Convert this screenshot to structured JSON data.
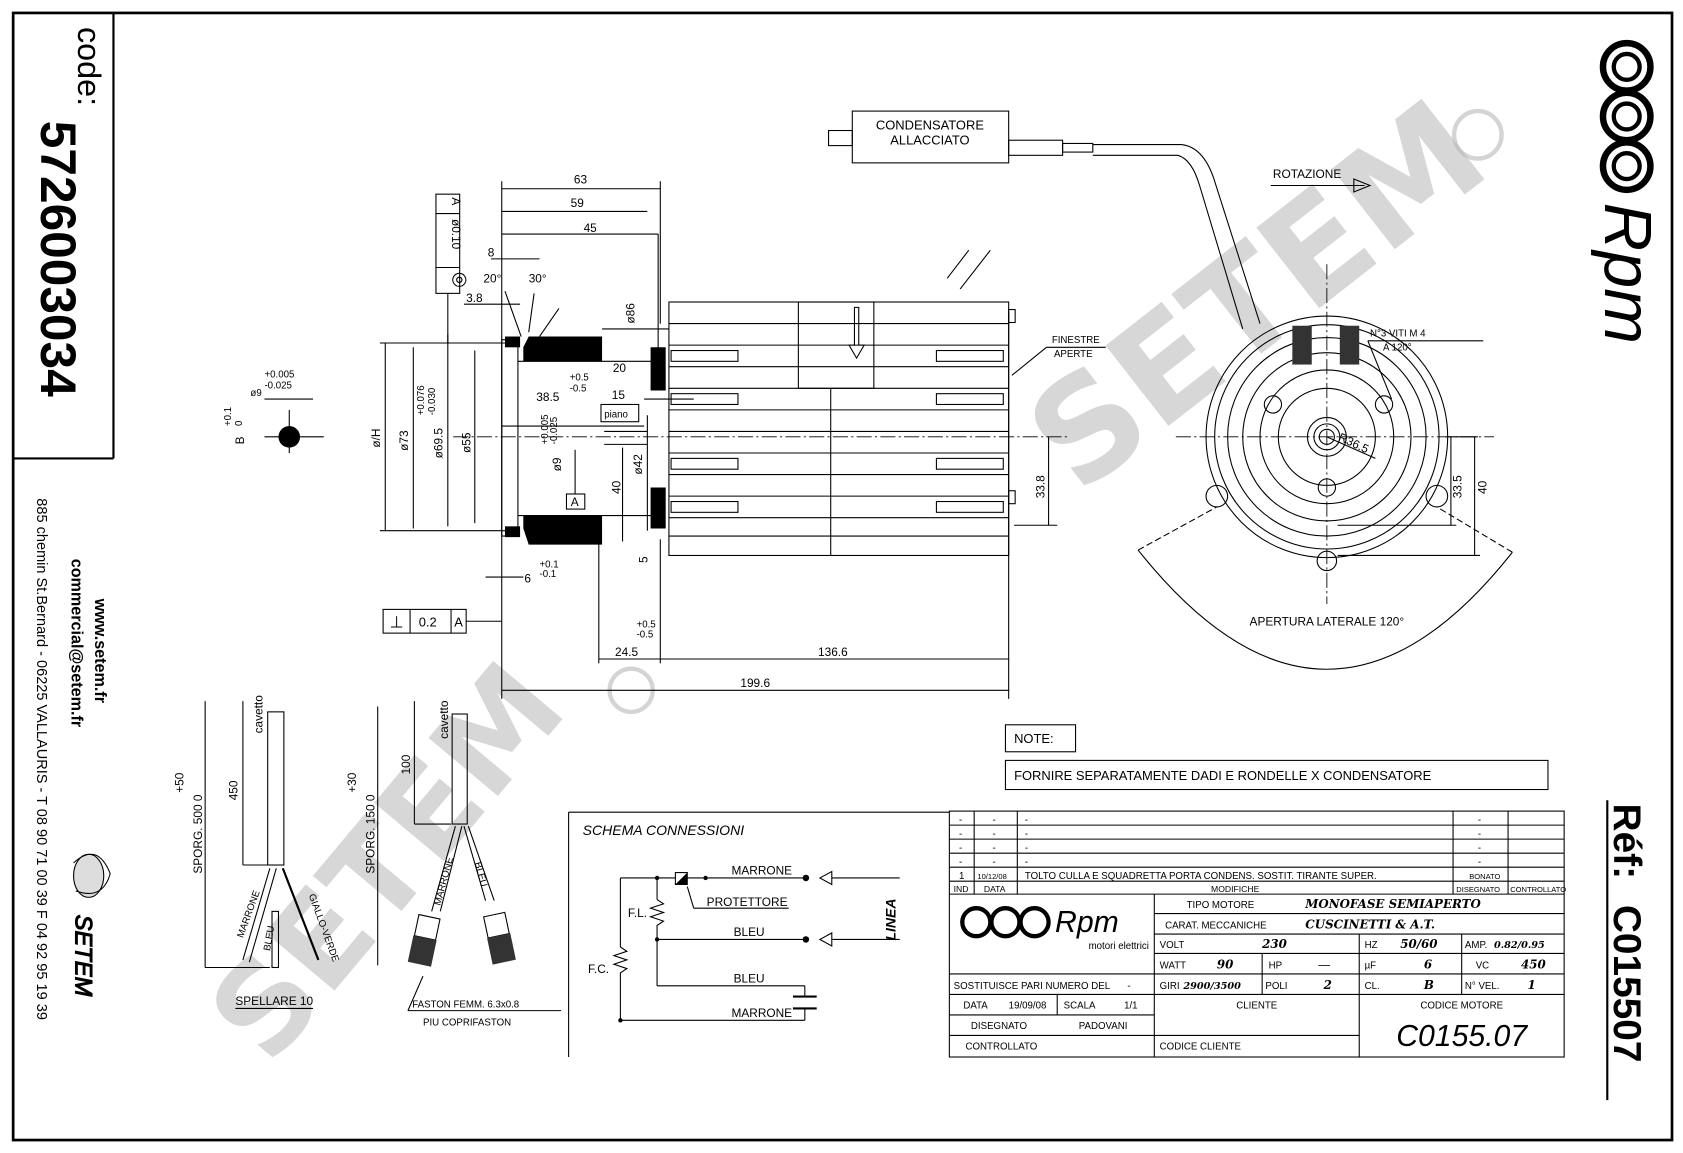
{
  "side_panel": {
    "code_label": "code:",
    "code_value": "5726003034",
    "website": "www.setem.fr",
    "email": "commercial@setem.fr",
    "address": "885 chemin St.Bernard - 06225 VALLAURIS - T 08 90 71 00 39  F 04 92 95 19 39",
    "logo_text": "SETEM"
  },
  "right_panel": {
    "logo_text": "Rpm",
    "ref_label": "Réf:",
    "ref_value": "C015507"
  },
  "watermark": "SETEM",
  "capacitor": {
    "line1": "CONDENSATORE",
    "line2": "ALLACCIATO"
  },
  "dimensions": {
    "d63": "63",
    "d59": "59",
    "d45": "45",
    "d8": "8",
    "d20deg": "20°",
    "d30deg": "30°",
    "d3_8": "3.8",
    "d86": "ø86",
    "dH": "ø/H",
    "d73": "ø73",
    "d69_5": "ø69.5",
    "tol69_5a": "+0.076",
    "tol69_5b": "-0.030",
    "d55": "ø55",
    "d38_5": "38.5",
    "d20": "20",
    "tol20a": "+0.5",
    "tol20b": "-0.5",
    "d15": "15",
    "piano": "piano",
    "d9": "ø9",
    "tol9a": "+0.005",
    "tol9b": "-0.025",
    "d42": "ø42",
    "d40": "40",
    "d5": "5",
    "d6": "6",
    "tol6a": "+0.1",
    "tol6b": "-0.1",
    "tolBa": "+0.5",
    "tolBb": "-0.5",
    "d24_5": "24.5",
    "d136_6": "136.6",
    "d199_6": "199.6",
    "d33_8": "33.8",
    "d33_5": "33.5",
    "d40r": "40",
    "r36_5": "R36.5",
    "detail_d9": "ø9",
    "detail_tol_a": "+0.005",
    "detail_tol_b": "-0.025",
    "detail_b": "B",
    "detail_b_tol_a": "+0.1",
    "detail_b_tol_b": "0"
  },
  "tolerance_frames": {
    "concentricity": {
      "symbol": "◎",
      "value": "ø0.10",
      "datum": "A"
    },
    "perpendicularity": {
      "symbol": "⊥",
      "value": "0.2",
      "datum": "A"
    },
    "datum_label": "A"
  },
  "annotations": {
    "rotation": "ROTAZIONE",
    "windows_1": "FINESTRE",
    "windows_2": "APERTE",
    "screws_1": "N°3 VITI M 4",
    "screws_2": "A 120°",
    "side_opening": "APERTURA LATERALE 120°"
  },
  "notes": {
    "label": "NOTE:",
    "text": "FORNIRE SEPARATAMENTE DADI E RONDELLE X CONDENSATORE"
  },
  "cables": {
    "left": {
      "cable": "cavetto",
      "len": "450",
      "tol": "+50",
      "sporg": "SPORG. 500 0",
      "w1": "MARRONE",
      "w2": "BLEU",
      "w3": "GIALLO-VERDE",
      "strip": "SPELLARE 10"
    },
    "right": {
      "cable": "cavetto",
      "len": "100",
      "tol": "+30",
      "sporg": "SPORG. 150 0",
      "w1": "MARRONE",
      "w2": "BLEU",
      "faston1": "FASTON FEMM. 6.3x0.8",
      "faston2": "PIU COPRIFASTON"
    }
  },
  "schema": {
    "title": "SCHEMA CONNESSIONI",
    "marrone_top": "MARRONE",
    "protettore": "PROTETTORE",
    "bleu_mid": "BLEU",
    "bleu_low": "BLEU",
    "marrone_bottom": "MARRONE",
    "fl": "F.L.",
    "fc": "F.C.",
    "linea": "LINEA"
  },
  "title_block": {
    "revisions": [
      {
        "ind": "-",
        "data": "-",
        "mod": "-",
        "dis": "-",
        "con": ""
      },
      {
        "ind": "-",
        "data": "-",
        "mod": "-",
        "dis": "-",
        "con": ""
      },
      {
        "ind": "-",
        "data": "-",
        "mod": "-",
        "dis": "-",
        "con": ""
      },
      {
        "ind": "-",
        "data": "-",
        "mod": "-",
        "dis": "-",
        "con": ""
      },
      {
        "ind": "1",
        "data": "10/12/08",
        "mod": "TOLTO CULLA E SQUADRETTA PORTA CONDENS. SOSTIT. TIRANTE SUPER.",
        "dis": "BONATO",
        "con": ""
      }
    ],
    "headers": {
      "ind": "IND",
      "data": "DATA",
      "mod": "MODIFICHE",
      "dis": "DISEGNATO",
      "con": "CONTROLLATO"
    },
    "logo_text": "Rpm",
    "logo_sub": "motori elettrici",
    "tipo_label": "TIPO MOTORE",
    "tipo_value": "MONOFASE SEMIAPERTO",
    "carat_label": "CARAT. MECCANICHE",
    "carat_value": "CUSCINETTI & A.T.",
    "volt_label": "VOLT",
    "volt_value": "230",
    "hz_label": "HZ",
    "hz_value": "50/60",
    "amp_label": "AMP.",
    "amp_value": "0.82/0.95",
    "watt_label": "WATT",
    "watt_value": "90",
    "hp_label": "HP",
    "hp_value": "—",
    "uf_label": "µF",
    "uf_value": "6",
    "vc_label": "VC",
    "vc_value": "450",
    "sost_label": "SOSTITUISCE PARI NUMERO DEL",
    "sost_value": "-",
    "giri_label": "GIRI",
    "giri_value": "2900/3500",
    "poli_label": "POLI",
    "poli_value": "2",
    "cl_label": "CL.",
    "cl_value": "B",
    "vel_label": "N° VEL.",
    "vel_value": "1",
    "data_label": "DATA",
    "data_value": "19/09/08",
    "scala_label": "SCALA",
    "scala_value": "1/1",
    "cliente_label": "CLIENTE",
    "codice_motore_label": "CODICE MOTORE",
    "codice_motore_value": "C0155.07",
    "disegnato_label": "DISEGNATO",
    "disegnato_value": "PADOVANI",
    "controllato_label": "CONTROLLATO",
    "codice_cliente_label": "CODICE CLIENTE"
  }
}
